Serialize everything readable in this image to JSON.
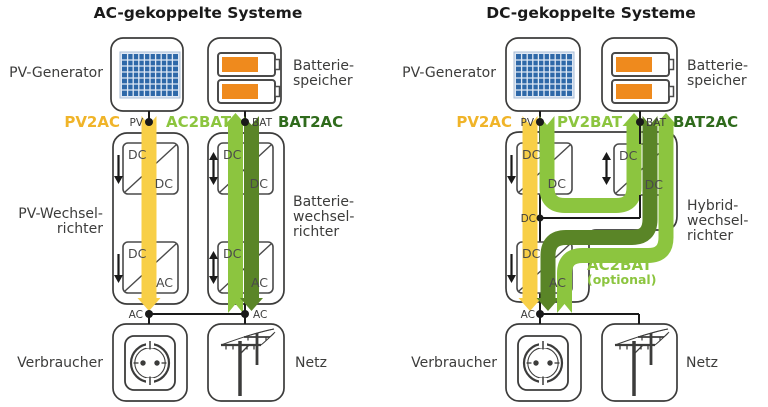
{
  "shared": {
    "dc": "DC",
    "ac": "AC",
    "pv": "PV",
    "bat": "BAT"
  },
  "colors": {
    "band_yellow": "#F8CF47",
    "text_yellow": "#F0B429",
    "light_green": "#8CC53F",
    "band_dark_green": "#5A8527",
    "text_dark_green": "#2F6B1C",
    "battery_orange": "#EF8A1D",
    "panel_blue": "#2E68A8",
    "line_black": "#1a1a1a",
    "box_gray": "#3c3c3b"
  },
  "left": {
    "title": "AC-gekoppelte Systeme",
    "pv_generator": "PV-Generator",
    "battery_store_line1": "Batterie-",
    "battery_store_line2": "speicher",
    "flow_pv2ac": "PV2AC",
    "flow_ac2bat": "AC2BAT",
    "flow_bat2ac": "BAT2AC",
    "pv_inverter_line1": "PV-Wechsel-",
    "pv_inverter_line2": "richter",
    "bat_inverter_line1": "Batterie-",
    "bat_inverter_line2": "wechsel-",
    "bat_inverter_line3": "richter",
    "consumer": "Verbraucher",
    "grid": "Netz"
  },
  "right": {
    "title": "DC-gekoppelte Systeme",
    "pv_generator": "PV-Generator",
    "battery_store_line1": "Batterie-",
    "battery_store_line2": "speicher",
    "flow_pv2ac": "PV2AC",
    "flow_pv2bat": "PV2BAT",
    "flow_bat2ac": "BAT2AC",
    "flow_ac2bat_optional_line1": "AC2BAT",
    "flow_ac2bat_optional_line2": "(optional)",
    "hybrid_inverter_line1": "Hybrid-",
    "hybrid_inverter_line2": "wechsel-",
    "hybrid_inverter_line3": "richter",
    "consumer": "Verbraucher",
    "grid": "Netz"
  }
}
